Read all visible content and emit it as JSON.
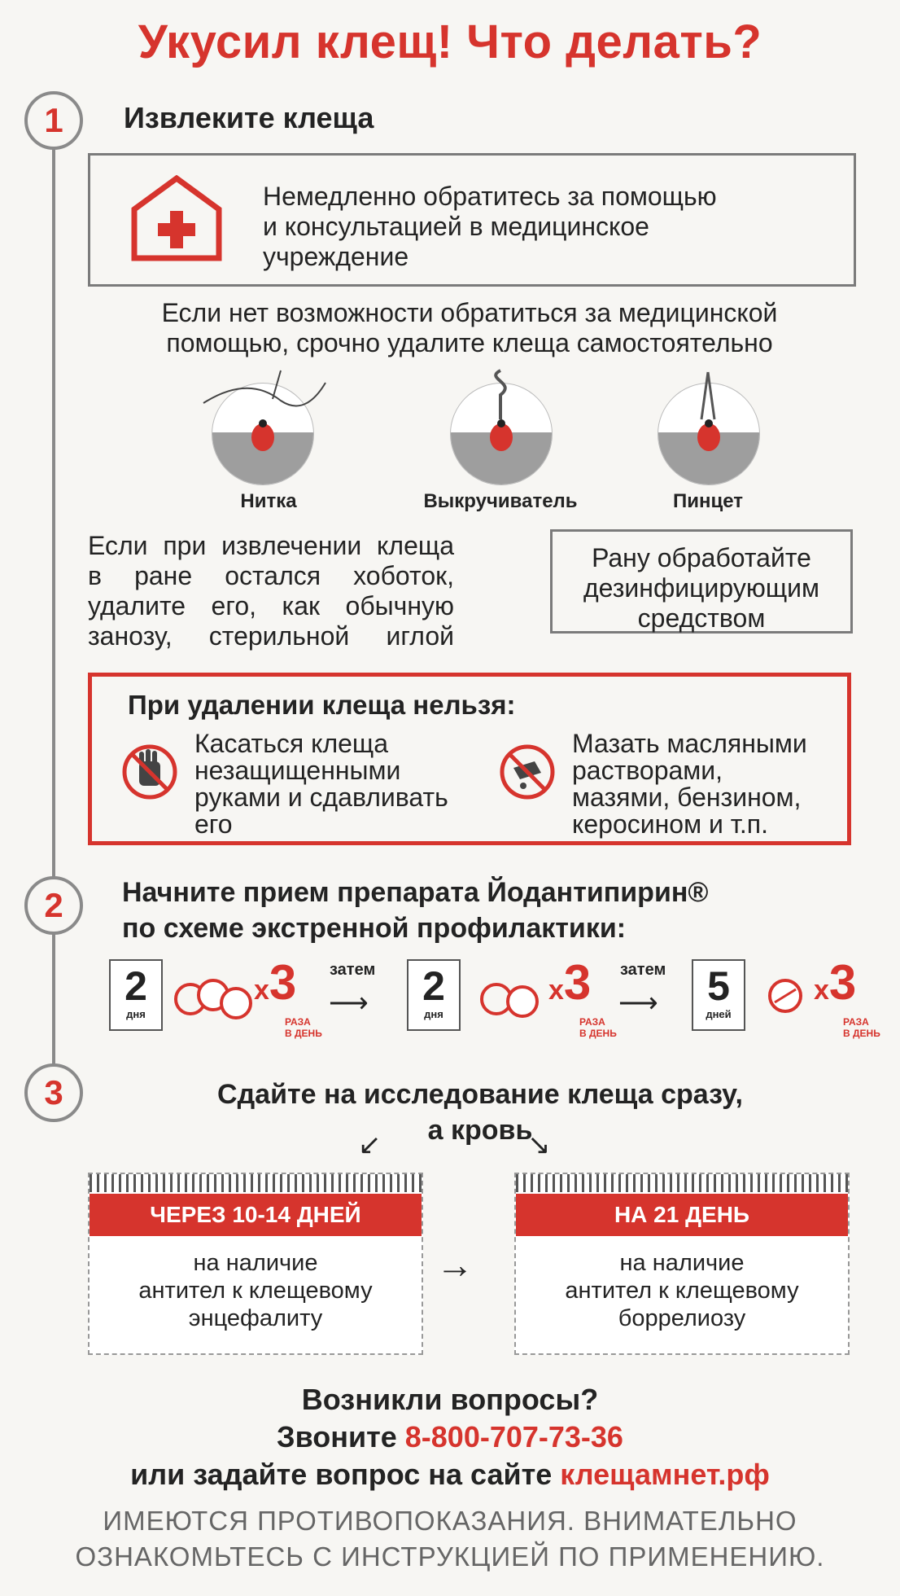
{
  "title": "Укусил клещ! Что делать?",
  "steps": [
    {
      "num": "1",
      "title": "Извлеките клеща"
    },
    {
      "num": "2",
      "title_line1": "Начните прием препарата Йодантипирин®",
      "title_line2": "по схеме экстренной профилактики:"
    },
    {
      "num": "3",
      "title_line1": "Сдайте на исследование клеща сразу,",
      "title_line2": "а кровь"
    }
  ],
  "hospital_box": {
    "line1": "Немедленно обратитесь за помощью",
    "line2": "и консультацией в медицинское",
    "line3": "учреждение"
  },
  "self_removal": {
    "line1": "Если нет возможности обратиться за медицинской",
    "line2": "помощью, срочно удалите клеща самостоятельно"
  },
  "tools": [
    {
      "label": "Нитка"
    },
    {
      "label": "Выкручиватель"
    },
    {
      "label": "Пинцет"
    }
  ],
  "proboscis_note": {
    "line1": "Если при извлечении клеща",
    "line2": "в ране остался хоботок,",
    "line3": "удалите его, как обычную",
    "line4": "занозу, стерильной иглой"
  },
  "wound_box": {
    "line1": "Рану обработайте",
    "line2": "дезинфицирующим",
    "line3": "средством"
  },
  "forbidden": {
    "title": "При удалении клеща нельзя:",
    "item1": [
      "Касаться клеща",
      "незащищенными",
      "руками и сдавливать",
      "его"
    ],
    "item2": [
      "Мазать масляными",
      "растворами,",
      "мазями, бензином,",
      "керосином и т.п."
    ]
  },
  "regimen": {
    "stages": [
      {
        "days": "2",
        "unit": "дня"
      },
      {
        "days": "2",
        "unit": "дня"
      },
      {
        "days": "5",
        "unit": "дней"
      }
    ],
    "multiplier_x": "x",
    "multiplier": "3",
    "per_day_1": "РАЗА",
    "per_day_2": "В ДЕНЬ",
    "then": "затем"
  },
  "tests": [
    {
      "header": "ЧЕРЕЗ 10-14 ДНЕЙ",
      "line1": "на наличие",
      "line2": "антител к клещевому",
      "line3": "энцефалиту"
    },
    {
      "header": "НА 21 ДЕНЬ",
      "line1": "на наличие",
      "line2": "антител к клещевому",
      "line3": "боррелиозу"
    }
  ],
  "contacts": {
    "q": "Возникли вопросы?",
    "call": "Звоните",
    "phone": "8-800-707-73-36",
    "ask": "или задайте вопрос на сайте",
    "site": "клещамнет.рф"
  },
  "footer": {
    "line1": "ИМЕЮТСЯ ПРОТИВОПОКАЗАНИЯ. ВНИМАТЕЛЬНО",
    "line2": "ОЗНАКОМЬТЕСЬ С ИНСТРУКЦИЕЙ ПО ПРИМЕНЕНИЮ."
  },
  "colors": {
    "accent": "#d6342d",
    "gray": "#8a8a8a"
  }
}
